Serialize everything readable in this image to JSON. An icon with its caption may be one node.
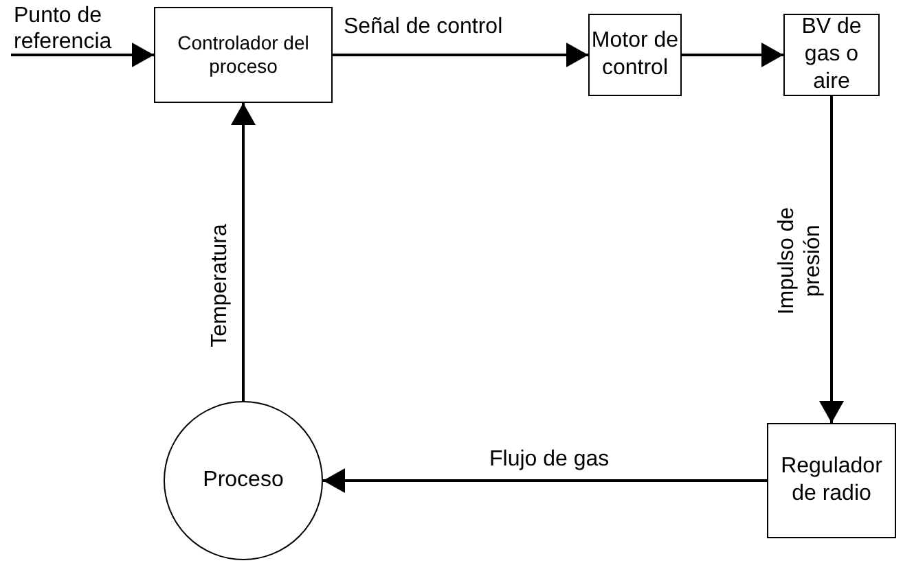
{
  "diagram": {
    "nodes": [
      {
        "text": [
          "Controlador del proceso"
        ]
      },
      {
        "text": [
          "Motor de control"
        ]
      },
      {
        "text": [
          "BV de gas o aire"
        ]
      },
      {
        "text": [
          "Proceso"
        ]
      },
      {
        "text": [
          "Regulador de radio"
        ]
      }
    ],
    "edges": [
      {
        "from": null,
        "to": 0,
        "arrow": "to",
        "label": "Punto de referencia"
      },
      {
        "from": 0,
        "to": 1,
        "arrow": "to",
        "label": "Señal de control"
      },
      {
        "from": 1,
        "to": 2,
        "arrow": "to"
      },
      {
        "from": 2,
        "to": 4,
        "arrow": "to",
        "label": "Impulso de presión"
      },
      {
        "from": 4,
        "to": 3,
        "arrow": "to",
        "label": "Flujo de gas"
      },
      {
        "from": 3,
        "to": 0,
        "arrow": "to",
        "label": "Temperatura"
      }
    ]
  }
}
